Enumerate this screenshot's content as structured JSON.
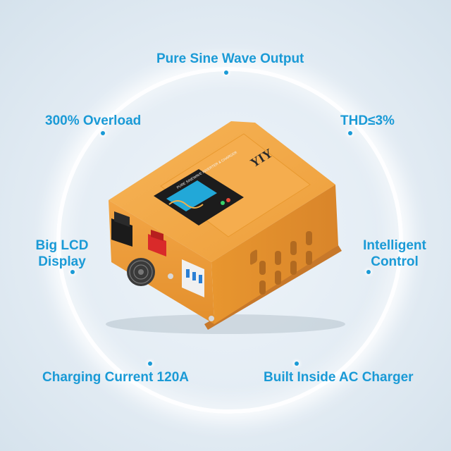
{
  "features": {
    "pure_sine": "Pure Sine Wave Output",
    "overload": "300% Overload",
    "thd": "THD≤3%",
    "lcd_line1": "Big LCD",
    "lcd_line2": "Display",
    "intelligent_line1": "Intelligent",
    "intelligent_line2": "Control",
    "charging": "Charging Current 120A",
    "ac_charger": "Built Inside AC Charger"
  },
  "product": {
    "brand": "YIY",
    "panel_title": "PURE SINEWAVE INVERTER & CHARGER"
  },
  "colors": {
    "accent_text": "#1a9ad6",
    "casing": "#f1a443",
    "background": "#e6eef5"
  }
}
